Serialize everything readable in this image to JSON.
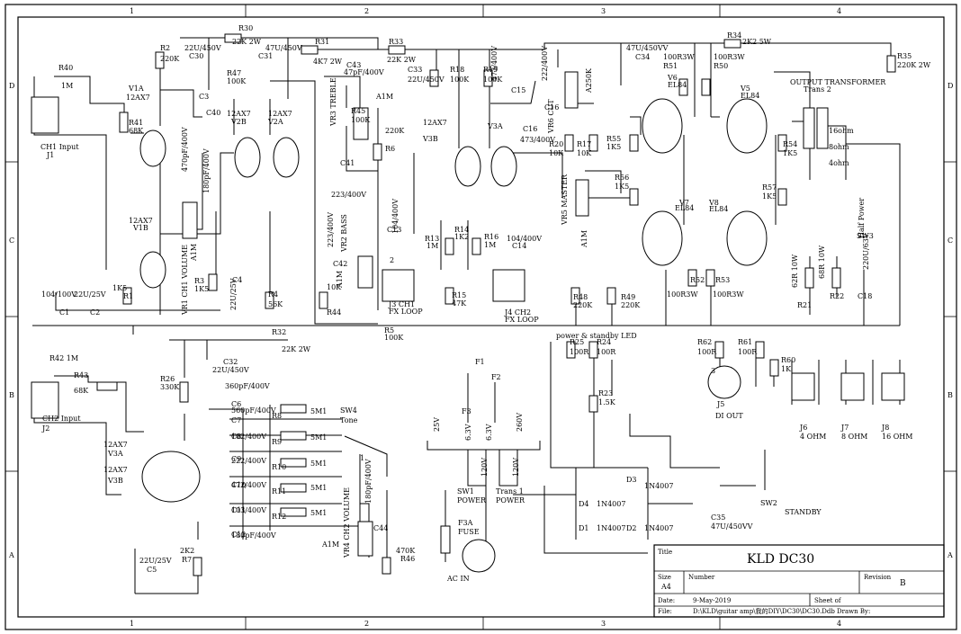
{
  "border": {
    "columns": [
      "1",
      "2",
      "3",
      "4"
    ],
    "rows": [
      "D",
      "C",
      "B",
      "A"
    ]
  },
  "title_block": {
    "title_caption": "Title",
    "title": "KLD DC30",
    "size_caption": "Size",
    "size": "A4",
    "number_caption": "Number",
    "revision_caption": "Revision",
    "revision": "B",
    "date_caption": "Date:",
    "date": "9-May-2019",
    "sheet_caption": "Sheet   of",
    "file_caption": "File:",
    "file": "D:\\KLD\\guitar amp\\我的DIY\\DC30\\DC30.Ddb",
    "drawn_caption": "Drawn By:"
  },
  "labels": [
    {
      "id": "R30",
      "text": "R30"
    },
    {
      "id": "R30v",
      "text": "22K 2W"
    },
    {
      "id": "C30v",
      "text": "22U/450V"
    },
    {
      "id": "C30",
      "text": "C30"
    },
    {
      "id": "R31",
      "text": "R31"
    },
    {
      "id": "R31v",
      "text": "4K7 2W"
    },
    {
      "id": "C31v",
      "text": "47U/450V"
    },
    {
      "id": "C31",
      "text": "C31"
    },
    {
      "id": "R33",
      "text": "R33"
    },
    {
      "id": "R33v",
      "text": "22K 2W"
    },
    {
      "id": "C33",
      "text": "C33"
    },
    {
      "id": "C33v",
      "text": "22U/450V"
    },
    {
      "id": "R18",
      "text": "R18"
    },
    {
      "id": "R18v",
      "text": "100K"
    },
    {
      "id": "R19",
      "text": "R19"
    },
    {
      "id": "R19v",
      "text": "100K"
    },
    {
      "id": "C15v",
      "text": "473/400V"
    },
    {
      "id": "C15",
      "text": "C15"
    },
    {
      "id": "C16av",
      "text": "222/400V"
    },
    {
      "id": "C16a",
      "text": "C16"
    },
    {
      "id": "C16b",
      "text": "C16"
    },
    {
      "id": "C16bv",
      "text": "473/400V"
    },
    {
      "id": "VR6",
      "text": "VR6 CUT"
    },
    {
      "id": "A250K",
      "text": "A250K"
    },
    {
      "id": "C34v",
      "text": "47U/450VV"
    },
    {
      "id": "C34",
      "text": "C34"
    },
    {
      "id": "R34",
      "text": "R34"
    },
    {
      "id": "R34v",
      "text": "2K2 5W"
    },
    {
      "id": "R35",
      "text": "R35"
    },
    {
      "id": "R35v",
      "text": "220K 2W"
    },
    {
      "id": "R51v",
      "text": "100R3W"
    },
    {
      "id": "R51",
      "text": "R51"
    },
    {
      "id": "R50v",
      "text": "100R3W"
    },
    {
      "id": "R50",
      "text": "R50"
    },
    {
      "id": "V6",
      "text": "V6"
    },
    {
      "id": "V6t",
      "text": "EL84"
    },
    {
      "id": "V5",
      "text": "V5"
    },
    {
      "id": "V5t",
      "text": "EL84"
    },
    {
      "id": "OT",
      "text": "OUTPUT TRANSFORMER"
    },
    {
      "id": "OT2",
      "text": "Trans 2"
    },
    {
      "id": "ohm16",
      "text": "16ohm"
    },
    {
      "id": "ohm8",
      "text": "8ohm"
    },
    {
      "id": "ohm4",
      "text": "4ohm"
    },
    {
      "id": "R40",
      "text": "R40"
    },
    {
      "id": "R40v",
      "text": "1M"
    },
    {
      "id": "R41",
      "text": "R41"
    },
    {
      "id": "R41v",
      "text": "68K"
    },
    {
      "id": "V1A",
      "text": "V1A"
    },
    {
      "id": "V1At",
      "text": "12AX7"
    },
    {
      "id": "CH1",
      "text": "CH1 Input"
    },
    {
      "id": "J1",
      "text": "J1"
    },
    {
      "id": "R2",
      "text": "R2"
    },
    {
      "id": "R2v",
      "text": "220K"
    },
    {
      "id": "C3",
      "text": "C3"
    },
    {
      "id": "C3v",
      "text": "470pF/400V"
    },
    {
      "id": "C40",
      "text": "C40"
    },
    {
      "id": "C40v",
      "text": "180pF/400V"
    },
    {
      "id": "R47",
      "text": "R47"
    },
    {
      "id": "R47v",
      "text": "100K"
    },
    {
      "id": "V2B",
      "text": "12AX7"
    },
    {
      "id": "V2Bn",
      "text": "V2B"
    },
    {
      "id": "V2A",
      "text": "12AX7"
    },
    {
      "id": "V2An",
      "text": "V2A"
    },
    {
      "id": "C43",
      "text": "C43"
    },
    {
      "id": "C43v",
      "text": "47pF/400V"
    },
    {
      "id": "VR3",
      "text": "VR3 TREBLE"
    },
    {
      "id": "A1M_a",
      "text": "A1M"
    },
    {
      "id": "R45",
      "text": "R45"
    },
    {
      "id": "R45v",
      "text": "100K"
    },
    {
      "id": "R6v",
      "text": "220K"
    },
    {
      "id": "R6",
      "text": "R6"
    },
    {
      "id": "C41",
      "text": "C41"
    },
    {
      "id": "C41v",
      "text": "223/400V"
    },
    {
      "id": "C42v",
      "text": "223/400V"
    },
    {
      "id": "C42",
      "text": "C42"
    },
    {
      "id": "VR2",
      "text": "VR2 BASS"
    },
    {
      "id": "A1M_b",
      "text": "A1M"
    },
    {
      "id": "R44v",
      "text": "10K"
    },
    {
      "id": "R44",
      "text": "R44"
    },
    {
      "id": "V1B",
      "text": "12AX7"
    },
    {
      "id": "V1Bn",
      "text": "V1B"
    },
    {
      "id": "VR1",
      "text": "VR1 CH1 VOLUME"
    },
    {
      "id": "A1M_c",
      "text": "A1M"
    },
    {
      "id": "R3",
      "text": "R3"
    },
    {
      "id": "R3v",
      "text": "1K5"
    },
    {
      "id": "C4",
      "text": "C4"
    },
    {
      "id": "C4v",
      "text": "22U/25V"
    },
    {
      "id": "R4",
      "text": "R4"
    },
    {
      "id": "R4v",
      "text": "56K"
    },
    {
      "id": "C1v",
      "text": "104/100V"
    },
    {
      "id": "C1",
      "text": "C1"
    },
    {
      "id": "C2v",
      "text": "22U/25V"
    },
    {
      "id": "C2",
      "text": "C2"
    },
    {
      "id": "R1v",
      "text": "1K5"
    },
    {
      "id": "R1",
      "text": "R1"
    },
    {
      "id": "V3B",
      "text": "12AX7"
    },
    {
      "id": "V3Bn",
      "text": "V3B"
    },
    {
      "id": "V3A",
      "text": "V3A"
    },
    {
      "id": "C13v",
      "text": "104/400V"
    },
    {
      "id": "C13",
      "text": "C13"
    },
    {
      "id": "R13",
      "text": "R13"
    },
    {
      "id": "R13v",
      "text": "1M"
    },
    {
      "id": "R14",
      "text": "R14"
    },
    {
      "id": "R14v",
      "text": "1K2"
    },
    {
      "id": "R16",
      "text": "R16"
    },
    {
      "id": "R16v",
      "text": "1M"
    },
    {
      "id": "C14v",
      "text": "104/400V"
    },
    {
      "id": "C14",
      "text": "C14"
    },
    {
      "id": "R15",
      "text": "R15"
    },
    {
      "id": "R15v",
      "text": "47K"
    },
    {
      "id": "J3",
      "text": "J3 CH1"
    },
    {
      "id": "J3b",
      "text": "FX LOOP"
    },
    {
      "id": "J4",
      "text": "J4 CH2"
    },
    {
      "id": "J4b",
      "text": "FX LOOP"
    },
    {
      "id": "R5",
      "text": "R5"
    },
    {
      "id": "R5v",
      "text": "100K"
    },
    {
      "id": "R20",
      "text": "R20"
    },
    {
      "id": "R20v",
      "text": "10K"
    },
    {
      "id": "R17",
      "text": "R17"
    },
    {
      "id": "R17v",
      "text": "10K"
    },
    {
      "id": "VR5",
      "text": "VR5 MASTER"
    },
    {
      "id": "A1M_d",
      "text": "A1M"
    },
    {
      "id": "R55",
      "text": "R55"
    },
    {
      "id": "R55v",
      "text": "1K5"
    },
    {
      "id": "R56",
      "text": "R56"
    },
    {
      "id": "R56v",
      "text": "1K5"
    },
    {
      "id": "R54",
      "text": "R54"
    },
    {
      "id": "R54v",
      "text": "1K5"
    },
    {
      "id": "R57",
      "text": "R57"
    },
    {
      "id": "R57v",
      "text": "1K5"
    },
    {
      "id": "V7",
      "text": "V7"
    },
    {
      "id": "V7t",
      "text": "EL84"
    },
    {
      "id": "V8",
      "text": "V8"
    },
    {
      "id": "V8t",
      "text": "EL84"
    },
    {
      "id": "R52v",
      "text": "100R3W"
    },
    {
      "id": "R52",
      "text": "R52"
    },
    {
      "id": "R53v",
      "text": "100R3W"
    },
    {
      "id": "R53",
      "text": "R53"
    },
    {
      "id": "SW3",
      "text": "SW3"
    },
    {
      "id": "HalfP",
      "text": "Half Power"
    },
    {
      "id": "R21v",
      "text": "62R 10W"
    },
    {
      "id": "R21",
      "text": "R21"
    },
    {
      "id": "R22v",
      "text": "68R 10W"
    },
    {
      "id": "R22",
      "text": "R22"
    },
    {
      "id": "C18v",
      "text": "220U/63V"
    },
    {
      "id": "C18",
      "text": "C18"
    },
    {
      "id": "R48",
      "text": "R48"
    },
    {
      "id": "R48v",
      "text": "220K"
    },
    {
      "id": "R49",
      "text": "R49"
    },
    {
      "id": "R49v",
      "text": "220K"
    },
    {
      "id": "R32",
      "text": "R32"
    },
    {
      "id": "R32v",
      "text": "22K 2W"
    },
    {
      "id": "C32",
      "text": "C32"
    },
    {
      "id": "C32v",
      "text": "22U/450V"
    },
    {
      "id": "R42",
      "text": "R42  1M"
    },
    {
      "id": "R43",
      "text": "R43"
    },
    {
      "id": "R43v",
      "text": "68K"
    },
    {
      "id": "CH2",
      "text": "CH2 Input"
    },
    {
      "id": "J2",
      "text": "J2"
    },
    {
      "id": "R26",
      "text": "R26"
    },
    {
      "id": "R26v",
      "text": "330K"
    },
    {
      "id": "V3Ab",
      "text": "12AX7"
    },
    {
      "id": "V3An",
      "text": "V3A"
    },
    {
      "id": "V3Bb",
      "text": "12AX7"
    },
    {
      "id": "V3Bbn",
      "text": "V3B"
    },
    {
      "id": "C5v",
      "text": "22U/25V"
    },
    {
      "id": "C5",
      "text": "C5"
    },
    {
      "id": "R7v",
      "text": "2K2"
    },
    {
      "id": "R7",
      "text": "R7"
    },
    {
      "id": "C6",
      "text": "C6"
    },
    {
      "id": "C6v",
      "text": "360pF/400V"
    },
    {
      "id": "C7",
      "text": "C7"
    },
    {
      "id": "C7v",
      "text": "560pF/400V"
    },
    {
      "id": "C8",
      "text": "C8"
    },
    {
      "id": "C8v",
      "text": "102/400V"
    },
    {
      "id": "C9",
      "text": "C9"
    },
    {
      "id": "C9v",
      "text": "222/400V"
    },
    {
      "id": "C10",
      "text": "C10"
    },
    {
      "id": "C10v",
      "text": "472/400V"
    },
    {
      "id": "C11",
      "text": "C11"
    },
    {
      "id": "C11v",
      "text": "103/400V"
    },
    {
      "id": "C12",
      "text": "C12"
    },
    {
      "id": "C12v",
      "text": "180pF/400V"
    },
    {
      "id": "R8",
      "text": "R8"
    },
    {
      "id": "R9",
      "text": "R9"
    },
    {
      "id": "R10",
      "text": "R10"
    },
    {
      "id": "R11",
      "text": "R11"
    },
    {
      "id": "R12",
      "text": "R12"
    },
    {
      "id": "r5m1a",
      "text": "5M1"
    },
    {
      "id": "r5m1b",
      "text": "5M1"
    },
    {
      "id": "r5m1c",
      "text": "5M1"
    },
    {
      "id": "r5m1d",
      "text": "5M1"
    },
    {
      "id": "r5m1e",
      "text": "5M1"
    },
    {
      "id": "SW4",
      "text": "SW4"
    },
    {
      "id": "Tone",
      "text": "Tone"
    },
    {
      "id": "C44",
      "text": "C44"
    },
    {
      "id": "C44v",
      "text": "180pF/400V"
    },
    {
      "id": "VR4",
      "text": "VR4 CH2 VOLUME"
    },
    {
      "id": "A1M_e",
      "text": "A1M"
    },
    {
      "id": "R46v",
      "text": "470K"
    },
    {
      "id": "R46",
      "text": "R46"
    },
    {
      "id": "F1",
      "text": "F1"
    },
    {
      "id": "F2",
      "text": "F2"
    },
    {
      "id": "F3",
      "text": "F3"
    },
    {
      "id": "v25",
      "text": "25V"
    },
    {
      "id": "v63a",
      "text": "6.3V"
    },
    {
      "id": "v63b",
      "text": "6.3V"
    },
    {
      "id": "v260",
      "text": "260V"
    },
    {
      "id": "v120a",
      "text": "120V"
    },
    {
      "id": "v120b",
      "text": "120V"
    },
    {
      "id": "SW1",
      "text": "SW1"
    },
    {
      "id": "SW1b",
      "text": "POWER"
    },
    {
      "id": "Trans1",
      "text": "Trans 1"
    },
    {
      "id": "Trans1b",
      "text": "POWER"
    },
    {
      "id": "F3A",
      "text": "F3A"
    },
    {
      "id": "FUSE",
      "text": "FUSE"
    },
    {
      "id": "ACIN",
      "text": "AC IN"
    },
    {
      "id": "LED",
      "text": "power & standby LED"
    },
    {
      "id": "R25",
      "text": "R25"
    },
    {
      "id": "R25v",
      "text": "100R"
    },
    {
      "id": "R24",
      "text": "R24"
    },
    {
      "id": "R24v",
      "text": "100R"
    },
    {
      "id": "R23",
      "text": "R23"
    },
    {
      "id": "R23v",
      "text": "1.5K"
    },
    {
      "id": "R62",
      "text": "R62"
    },
    {
      "id": "R62v",
      "text": "100R"
    },
    {
      "id": "R61",
      "text": "R61"
    },
    {
      "id": "R61v",
      "text": "100R"
    },
    {
      "id": "R60",
      "text": "R60"
    },
    {
      "id": "R60v",
      "text": "1K"
    },
    {
      "id": "J5",
      "text": "J5"
    },
    {
      "id": "DIOUT",
      "text": "DI OUT"
    },
    {
      "id": "J6",
      "text": "J6"
    },
    {
      "id": "J6v",
      "text": "4 OHM"
    },
    {
      "id": "J7",
      "text": "J7"
    },
    {
      "id": "J7v",
      "text": "8 OHM"
    },
    {
      "id": "J8",
      "text": "J8"
    },
    {
      "id": "J8v",
      "text": "16 OHM"
    },
    {
      "id": "D3",
      "text": "D3"
    },
    {
      "id": "D3v",
      "text": "1N4007"
    },
    {
      "id": "D4",
      "text": "D4"
    },
    {
      "id": "D4v",
      "text": "1N4007"
    },
    {
      "id": "D1",
      "text": "D1"
    },
    {
      "id": "D1v",
      "text": "1N4007"
    },
    {
      "id": "D2",
      "text": "D2"
    },
    {
      "id": "D2v",
      "text": "1N4007"
    },
    {
      "id": "C35",
      "text": "C35"
    },
    {
      "id": "C35v",
      "text": "47U/450VV"
    },
    {
      "id": "SW2",
      "text": "SW2"
    },
    {
      "id": "STANDBY",
      "text": "STANDBY"
    },
    {
      "id": "pin",
      "text": "1"
    },
    {
      "id": "pin2",
      "text": "2"
    },
    {
      "id": "pin3",
      "text": "3"
    }
  ]
}
